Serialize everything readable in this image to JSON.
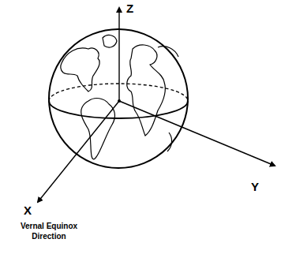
{
  "diagram": {
    "labels": [
      "Z",
      "Y",
      "X",
      "Vernal Equinox Direction"
    ]
  }
}
